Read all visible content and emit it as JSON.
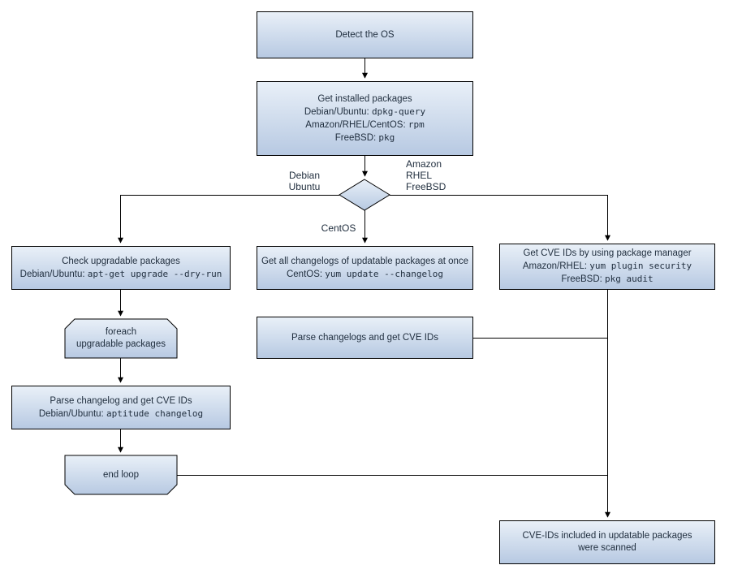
{
  "nodes": {
    "detect_os": {
      "lines": [
        [
          {
            "t": "Detect the OS"
          }
        ]
      ]
    },
    "get_installed": {
      "lines": [
        [
          {
            "t": "Get installed packages"
          }
        ],
        [
          {
            "t": "Debian/Ubuntu: "
          },
          {
            "t": "dpkg-query",
            "mono": true
          }
        ],
        [
          {
            "t": "Amazon/RHEL/CentOS: "
          },
          {
            "t": "rpm",
            "mono": true
          }
        ],
        [
          {
            "t": "FreeBSD: "
          },
          {
            "t": "pkg",
            "mono": true
          }
        ]
      ]
    },
    "check_upgradable": {
      "lines": [
        [
          {
            "t": "Check upgradable packages"
          }
        ],
        [
          {
            "t": "Debian/Ubuntu: "
          },
          {
            "t": "apt-get upgrade --dry-run",
            "mono": true
          }
        ]
      ]
    },
    "get_changelogs": {
      "lines": [
        [
          {
            "t": "Get all changelogs of updatable packages at once"
          }
        ],
        [
          {
            "t": "CentOS: "
          },
          {
            "t": "yum update --changelog",
            "mono": true
          }
        ]
      ]
    },
    "get_cve_ids": {
      "lines": [
        [
          {
            "t": "Get CVE IDs by using package manager"
          }
        ],
        [
          {
            "t": "Amazon/RHEL: "
          },
          {
            "t": "yum plugin security",
            "mono": true
          }
        ],
        [
          {
            "t": "FreeBSD: "
          },
          {
            "t": "pkg audit",
            "mono": true
          }
        ]
      ]
    },
    "foreach_loop": {
      "lines": [
        [
          {
            "t": "foreach"
          }
        ],
        [
          {
            "t": "upgradable packages"
          }
        ]
      ]
    },
    "parse_changelogs_mid": {
      "lines": [
        [
          {
            "t": "Parse changelogs and get CVE IDs"
          }
        ]
      ]
    },
    "parse_changelog_left": {
      "lines": [
        [
          {
            "t": "Parse changelog and get  CVE IDs"
          }
        ],
        [
          {
            "t": "Debian/Ubuntu: "
          },
          {
            "t": "aptitude changelog",
            "mono": true
          }
        ]
      ]
    },
    "end_loop": {
      "lines": [
        [
          {
            "t": "end loop"
          }
        ]
      ]
    },
    "scanned": {
      "lines": [
        [
          {
            "t": "CVE-IDs included in updatable packages"
          }
        ],
        [
          {
            "t": "were scanned"
          }
        ]
      ]
    }
  },
  "edge_labels": {
    "debian_ubuntu": {
      "lines": [
        [
          {
            "t": "Debian"
          }
        ],
        [
          {
            "t": "Ubuntu"
          }
        ]
      ]
    },
    "amazon_rhel_freebsd": {
      "lines": [
        [
          {
            "t": "Amazon"
          }
        ],
        [
          {
            "t": "RHEL"
          }
        ],
        [
          {
            "t": "FreeBSD"
          }
        ]
      ]
    },
    "centos": {
      "lines": [
        [
          {
            "t": "CentOS"
          }
        ]
      ]
    }
  },
  "colors": {
    "node_fill_top": "#e9f0f8",
    "node_fill_bottom": "#b7c9e2",
    "node_border": "#000000",
    "connector": "#000000",
    "text": "#1f2d3d"
  }
}
